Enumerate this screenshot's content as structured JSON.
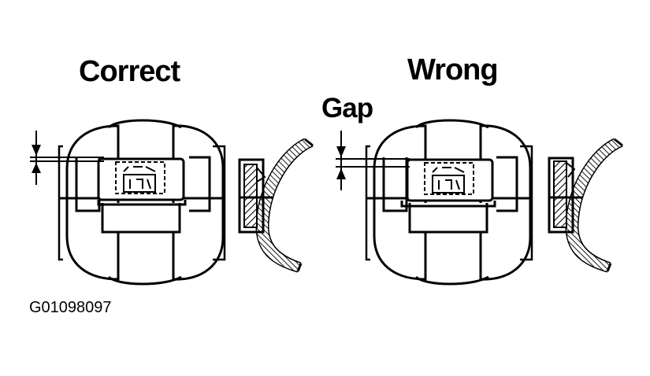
{
  "labels": {
    "correct": "Correct",
    "wrong": "Wrong",
    "gap": "Gap",
    "figure_code": "G01098097"
  }
}
